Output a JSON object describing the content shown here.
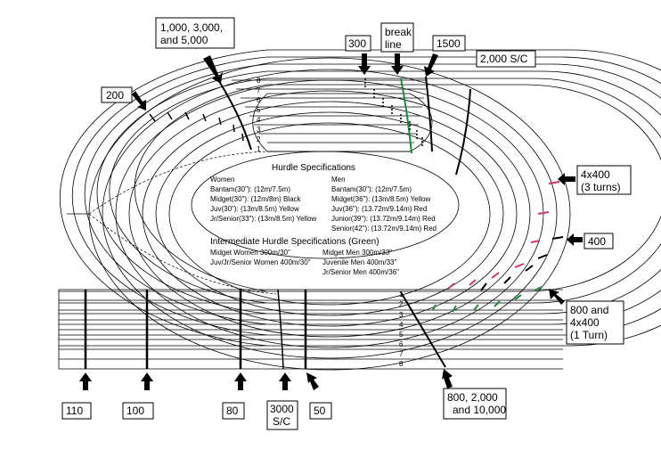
{
  "labels": {
    "l_1000_3000_5000": [
      "1,000, 3,000,",
      "and 5,000"
    ],
    "l_300": "300",
    "l_break_line": [
      "break",
      "line"
    ],
    "l_1500": "1500",
    "l_2000_sc": "2,000 S/C",
    "l_200": "200",
    "l_4x400_3turns": [
      "4x400",
      "(3 turns)"
    ],
    "l_400": "400",
    "l_800_4x400_1turn": [
      "800 and",
      "4x400",
      "(1 Turn)"
    ],
    "l_110": "110",
    "l_100": "100",
    "l_80": "80",
    "l_3000_sc": [
      "3000",
      "S/C"
    ],
    "l_50": "50",
    "l_800_2000_10000": [
      "800, 2,000",
      "and 10,000"
    ]
  },
  "lane_numbers": [
    "1",
    "2",
    "3",
    "4",
    "5",
    "6",
    "7",
    "8"
  ],
  "hurdle_specs": {
    "title": "Hurdle Specifications",
    "women_header": "Women",
    "men_header": "Men",
    "women": [
      "Bantam(30\"): (12m/7.5m)",
      "Midget(30\"): (12m/8m) Black",
      "Juv(30\"): (13m/8.5m) Yellow",
      "Jr/Senior(33\"): (13m/8.5m) Yellow"
    ],
    "men": [
      "Bantam(30\"): (12m/7.5m)",
      "Midget(36\"): (13m/8.5m) Yellow",
      "Juv(36\"): (13.72m/9.14m) Red",
      "Junior(39\"): (13.72m/9.14m) Red",
      "Senior(42\"): (13.72m/9.14m) Red"
    ]
  },
  "intermediate_specs": {
    "title": "Intermediate Hurdle Specifications (Green)",
    "rows": [
      [
        "Midget Women 300m/30\"",
        "Midget Men 300m/33\""
      ],
      [
        "Juv/Jr/Senior Women 400m/30\"",
        "Juvenile  Men 400m/33\""
      ],
      [
        "",
        "Jr/Senior Men 400m/36\""
      ]
    ]
  },
  "colors": {
    "line": "#000000",
    "break_line": "#1a8a3a",
    "red_mark": "#d6336c",
    "green_mark": "#1a8a3a"
  }
}
